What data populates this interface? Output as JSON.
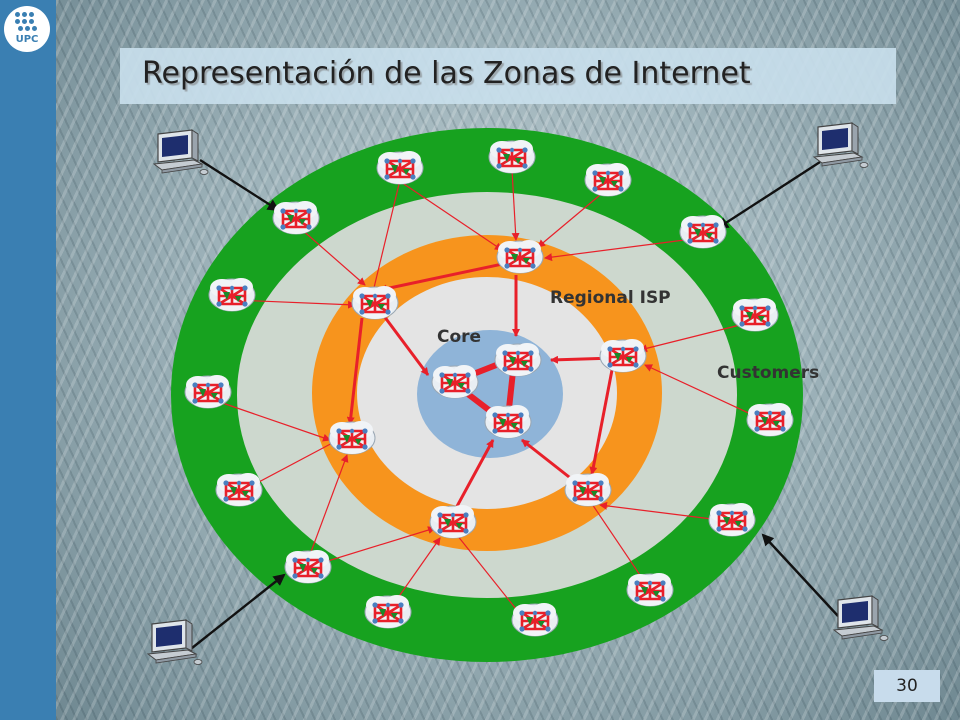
{
  "slide": {
    "title": "Representación de las Zonas de Internet",
    "page_number": "30",
    "logo_text": "UPC"
  },
  "labels": {
    "core": "Core",
    "regional": "Regional ISP",
    "customers": "Customers"
  },
  "colors": {
    "sidebar": "#3a7fb2",
    "customers_ring": "#17a21f",
    "regional_ring": "#f7941d",
    "core_disk": "#8fb4d8",
    "links": "#e8202a",
    "host_links": "#111111"
  },
  "icons": {
    "router": "router-cloud-icon",
    "host": "computer-icon"
  }
}
